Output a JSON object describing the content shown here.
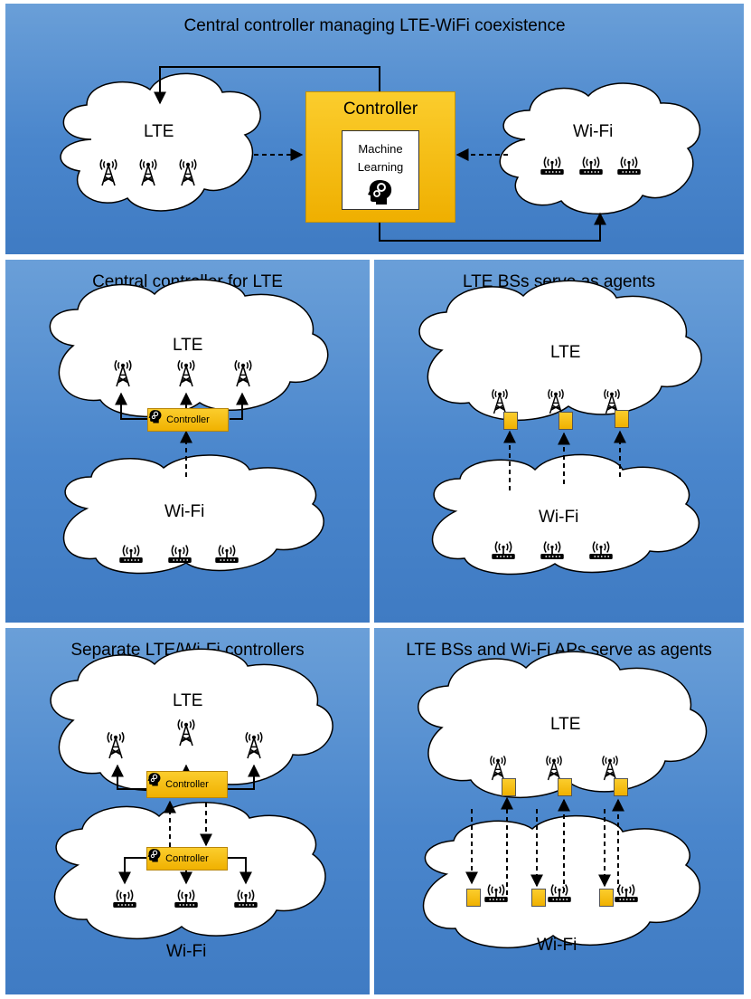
{
  "panels": {
    "top": {
      "title": "Central controller managing LTE-WiFi coexistence",
      "lte_label": "LTE",
      "wifi_label": "Wi-Fi",
      "controller_label": "Controller",
      "ml_line1": "Machine",
      "ml_line2": "Learning"
    },
    "mid_left": {
      "title": "Central controller for LTE",
      "lte_label": "LTE",
      "wifi_label": "Wi-Fi",
      "controller_label": "Controller"
    },
    "mid_right": {
      "title": "LTE BSs serve as agents",
      "lte_label": "LTE",
      "wifi_label": "Wi-Fi"
    },
    "bot_left": {
      "title": "Separate LTE/Wi-Fi controllers",
      "lte_label": "LTE",
      "wifi_label": "Wi-Fi",
      "lte_controller_label": "Controller",
      "wifi_controller_label": "Controller"
    },
    "bot_right": {
      "title": "LTE BSs and Wi-Fi APs serve as agents",
      "lte_label": "LTE",
      "wifi_label": "Wi-Fi"
    }
  },
  "icons": [
    "cell-tower-icon",
    "wifi-router-icon",
    "head-gears-icon"
  ],
  "colors": {
    "panel_blue": "#4a86cc",
    "controller_yellow": "#f5bd14"
  }
}
